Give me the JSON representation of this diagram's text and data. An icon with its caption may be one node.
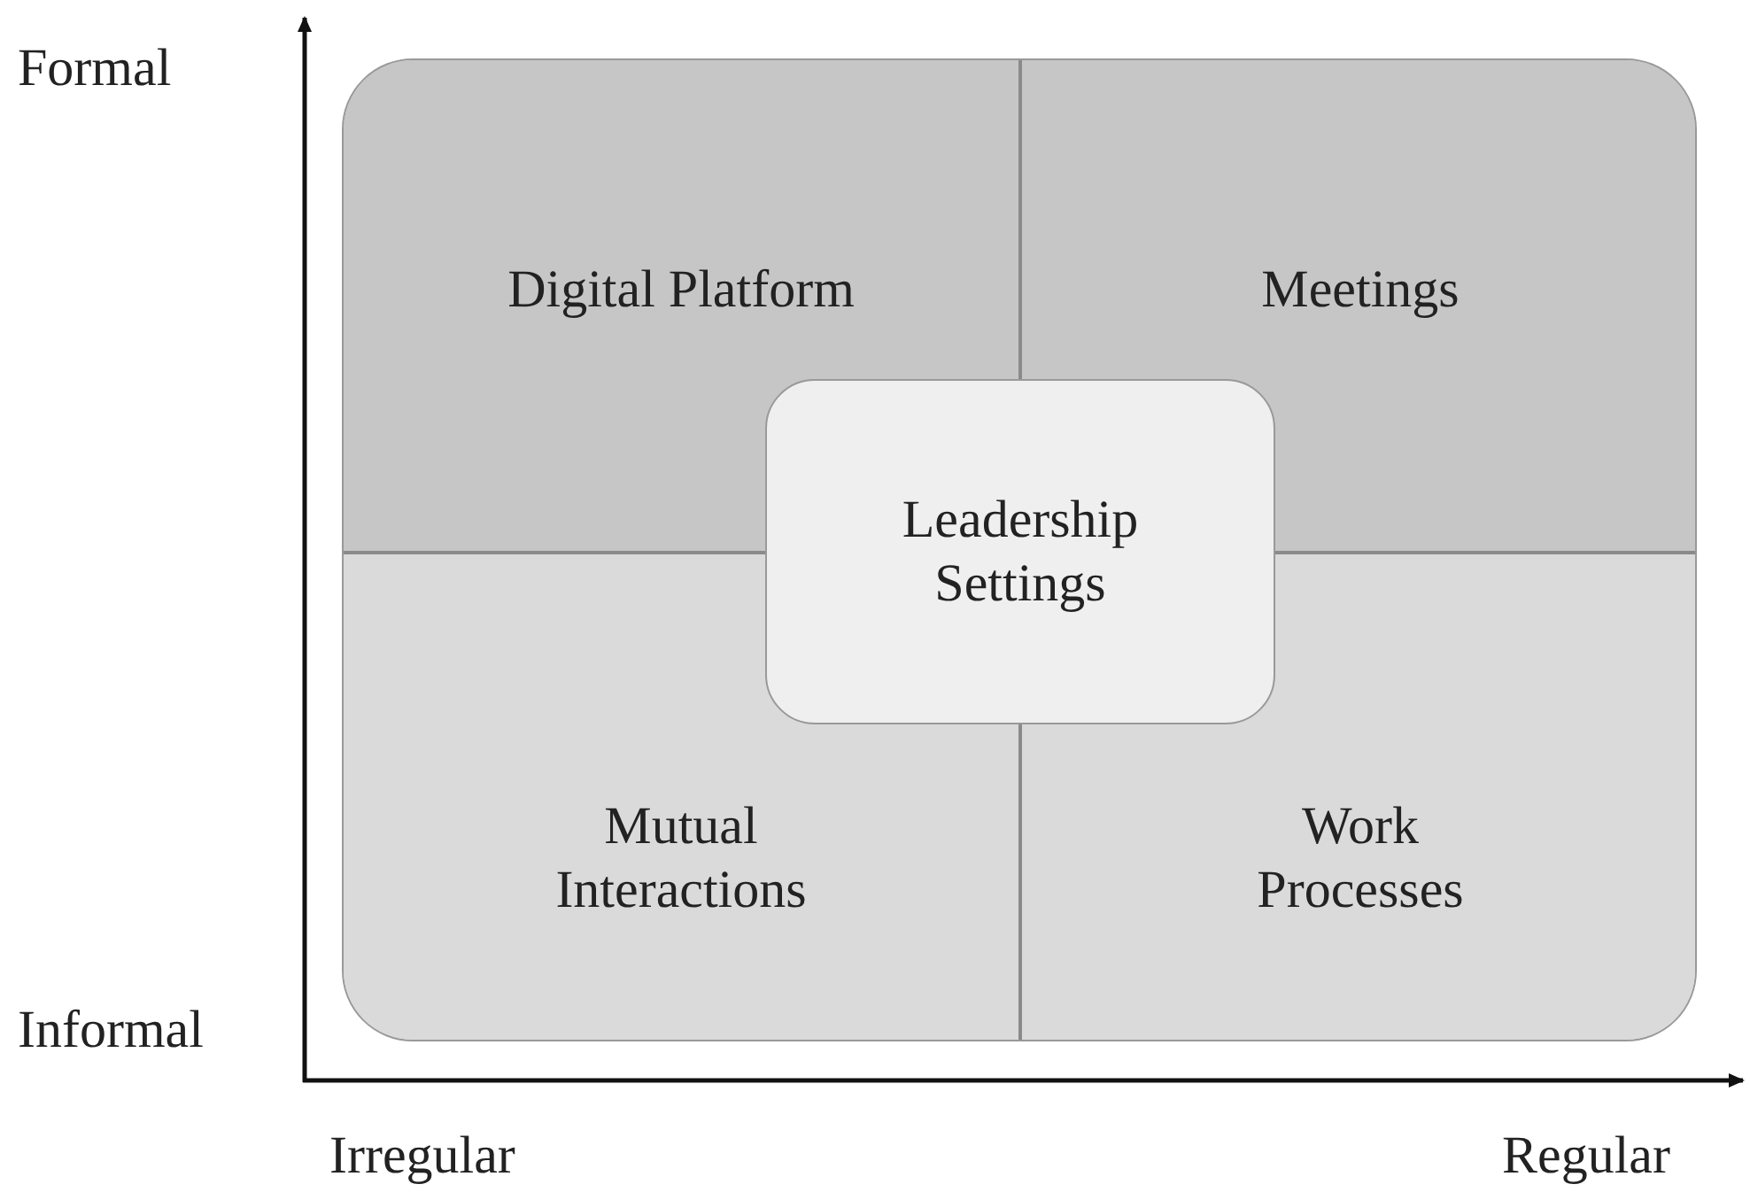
{
  "diagram": {
    "nodes": [
      {
        "text": [],
        "shape": "box"
      },
      {
        "text": [
          "Digital Platform"
        ],
        "in": 0
      },
      {
        "text": [
          "Meetings"
        ],
        "in": 0
      },
      {
        "text": [
          "Mutual Interactions"
        ],
        "in": 0
      },
      {
        "text": [
          "Work Processes"
        ],
        "in": 0
      },
      {
        "text": [
          "Leadership Settings"
        ],
        "in": 0
      }
    ],
    "edges": [],
    "labels": [
      "Formal",
      "Informal",
      "Irregular",
      "Regular"
    ]
  }
}
